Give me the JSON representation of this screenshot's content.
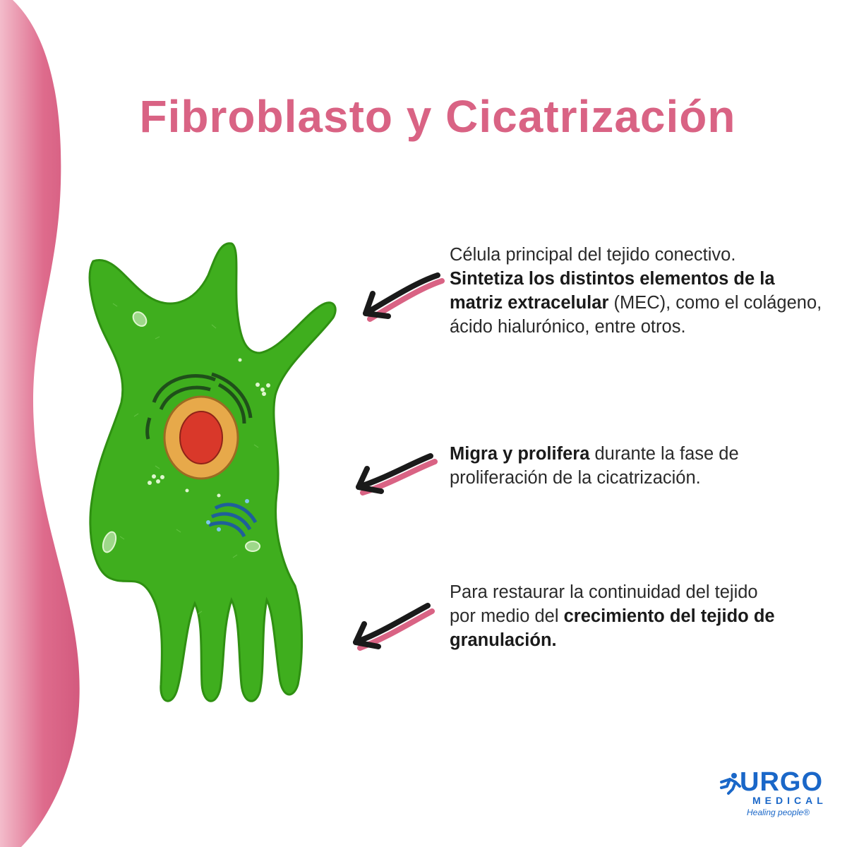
{
  "title": "Fibroblasto y Cicatrización",
  "colors": {
    "accent_pink": "#d96384",
    "cell_green": "#3fae1e",
    "nucleus_red": "#d9382a",
    "nucleus_ring": "#e7a94a",
    "golgi_blue": "#1f5f9a",
    "logo_blue": "#1a67c8"
  },
  "items": [
    {
      "pre": "Célula principal del tejido conectivo.",
      "bold": "Sintetiza los distintos elementos de la matriz extracelular",
      "post": " (MEC), como el colágeno, ácido hialurónico, entre otros."
    },
    {
      "bold": "Migra y prolifera",
      "post": " durante la fase de proliferación de la cicatrización."
    },
    {
      "pre": "Para restaurar la continuidad del tejido por medio del ",
      "bold": "crecimiento del tejido de granulación."
    }
  ],
  "logo": {
    "brand": "URGO",
    "sub": "MEDICAL",
    "tagline": "Healing people®"
  }
}
